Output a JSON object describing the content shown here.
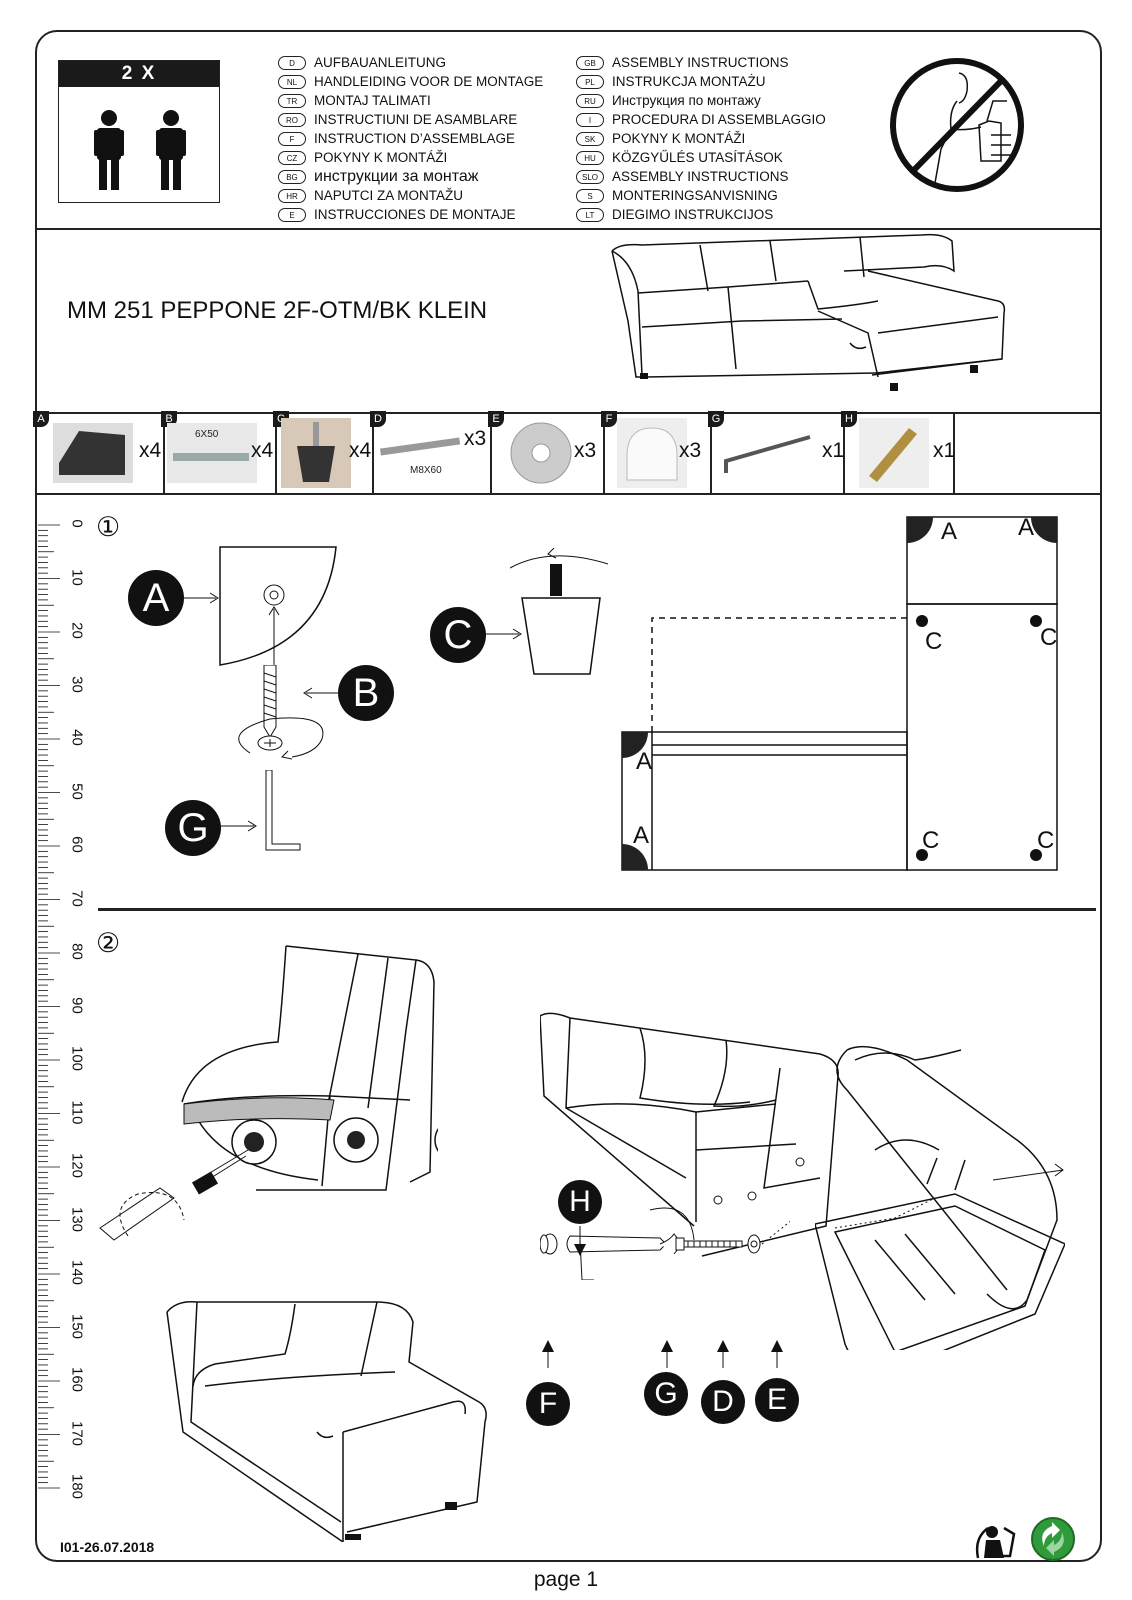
{
  "header": {
    "people_count_label": "2 X",
    "languages_left": [
      {
        "code": "D",
        "text": "AUFBAUANLEITUNG"
      },
      {
        "code": "NL",
        "text": "HANDLEIDING VOOR DE MONTAGE"
      },
      {
        "code": "TR",
        "text": "MONTAJ TALIMATI"
      },
      {
        "code": "RO",
        "text": "INSTRUCTIUNI DE ASAMBLARE"
      },
      {
        "code": "F",
        "text": "INSTRUCTION D’ASSEMBLAGE"
      },
      {
        "code": "CZ",
        "text": "POKYNY K MONTÁŽI"
      },
      {
        "code": "BG",
        "text": "инструкции за монтаж"
      },
      {
        "code": "HR",
        "text": "NAPUTCI ZA MONTAŽU"
      },
      {
        "code": "E",
        "text": "INSTRUCCIONES DE MONTAJE"
      }
    ],
    "languages_right": [
      {
        "code": "GB",
        "text": "ASSEMBLY INSTRUCTIONS"
      },
      {
        "code": "PL",
        "text": "INSTRUKCJA MONTAŻU"
      },
      {
        "code": "RU",
        "text": "Инструкция по монтажу"
      },
      {
        "code": "I",
        "text": "PROCEDURA DI ASSEMBLAGGIO"
      },
      {
        "code": "SK",
        "text": "POKYNY K MONTÁŽI"
      },
      {
        "code": "HU",
        "text": "KÖZGYŰLÉS UTASÍTÁSOK"
      },
      {
        "code": "SLO",
        "text": "ASSEMBLY INSTRUCTIONS"
      },
      {
        "code": "S",
        "text": "MONTERINGSANVISNING"
      },
      {
        "code": "LT",
        "text": "DIEGIMO INSTRUKCIJOS"
      }
    ]
  },
  "product_title": "MM 251 PEPPONE 2F-OTM/BK KLEIN",
  "parts": [
    {
      "letter": "A",
      "qty": "x4",
      "code": ""
    },
    {
      "letter": "B",
      "qty": "x4",
      "code": "6X50"
    },
    {
      "letter": "C",
      "qty": "x4",
      "code": ""
    },
    {
      "letter": "D",
      "qty": "x3",
      "code": "M8X60"
    },
    {
      "letter": "E",
      "qty": "x3",
      "code": ""
    },
    {
      "letter": "F",
      "qty": "x3",
      "code": ""
    },
    {
      "letter": "G",
      "qty": "x1",
      "code": ""
    },
    {
      "letter": "H",
      "qty": "x1",
      "code": ""
    }
  ],
  "ruler_labels": [
    "0",
    "10",
    "20",
    "30",
    "40",
    "50",
    "60",
    "70",
    "80",
    "90",
    "100",
    "110",
    "120",
    "130",
    "140",
    "150",
    "160",
    "170",
    "180"
  ],
  "steps": {
    "step1": "①",
    "step2": "②"
  },
  "callouts": {
    "A": "A",
    "B": "B",
    "C": "C",
    "D": "D",
    "E": "E",
    "F": "F",
    "G": "G",
    "H": "H"
  },
  "footer": {
    "doc_code": "I01-26.07.2018",
    "page": "page 1"
  },
  "icons": [
    "two-people-icon",
    "no-sitting-icon",
    "recycle-bin-icon",
    "green-dot-icon",
    "rotate-arrow-icon"
  ]
}
